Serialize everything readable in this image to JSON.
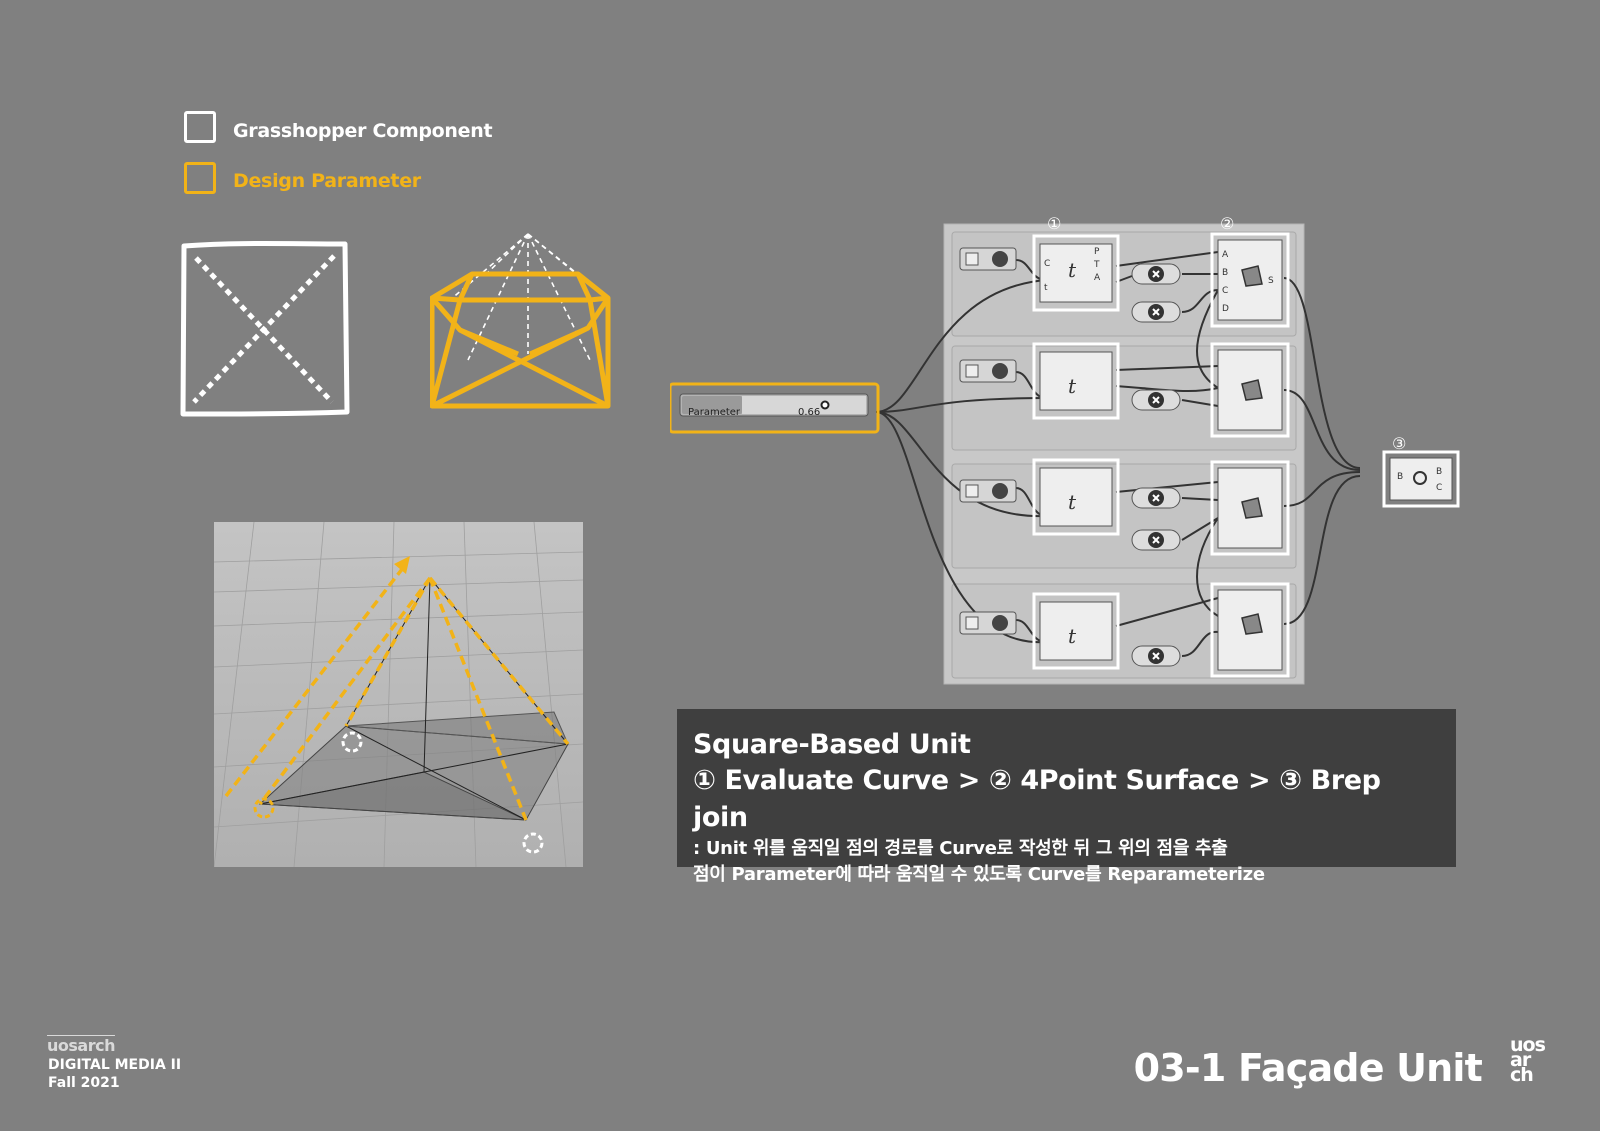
{
  "legend": {
    "component_label": "Grasshopper Component",
    "parameter_label": "Design Parameter"
  },
  "colors": {
    "background": "#808080",
    "accent_yellow": "#f2b318",
    "white": "#ffffff",
    "caption_bg": "#3f3f3f",
    "gh_canvas": "#c8c8c8"
  },
  "slider": {
    "label": "Parameter",
    "value": "0.66"
  },
  "components": {
    "evaluate_curve": {
      "inputs": [
        "C",
        "t"
      ],
      "outputs": [
        "P",
        "T",
        "A"
      ],
      "icon": "tf-icon"
    },
    "four_point_surface": {
      "inputs": [
        "A",
        "B",
        "C",
        "D"
      ],
      "outputs": [
        "S"
      ],
      "icon": "surface-icon"
    },
    "brep_join": {
      "inputs": [
        "B"
      ],
      "outputs": [
        "B",
        "C"
      ],
      "icon": "brep-join-icon"
    }
  },
  "markers": [
    "①",
    "②",
    "③"
  ],
  "caption": {
    "title": "Square-Based Unit",
    "steps": "① Evaluate Curve > ② 4Point Surface > ③ Brep join",
    "line1": ": Unit 위를 움직일 점의 경로를 Curve로 작성한 뒤 그 위의 점을 추출",
    "line2": "점이 Parameter에 따라 움직일 수 있도록 Curve를 Reparameterize"
  },
  "footer": {
    "logo_text": "uosarch",
    "course": "DIGITAL MEDIA II",
    "term": "Fall 2021",
    "page_title": "03-1 Façade Unit",
    "logo_right": [
      "uos",
      "ar",
      "ch"
    ]
  }
}
